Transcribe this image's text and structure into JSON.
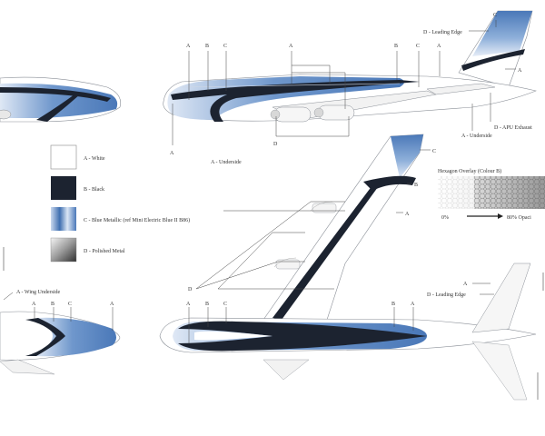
{
  "callouts": {
    "a": "A",
    "b": "B",
    "c": "C",
    "d": "D"
  },
  "annotations": {
    "leading_edge": "D - Leading Edge",
    "leading_edge_lower": "D - Leading Edge",
    "apu_exhaust": "D - APU Exhaust",
    "underside_tail": "A - Underside",
    "underside_fuselage": "A - Underside",
    "wing_underside": "A - Wing Underside"
  },
  "legend": {
    "items": [
      {
        "label": "A - White"
      },
      {
        "label": "B - Black"
      },
      {
        "label": "C - Blue Metallic  (ref Mini Electric Blue II B86)"
      },
      {
        "label": "D - Polished Metal"
      }
    ]
  },
  "hex_overlay": {
    "title": "Hexagon Overlay (Colour B)",
    "start": "0%",
    "end": "80% Opaci"
  },
  "colors": {
    "blue_metallic": "#5b86c0",
    "black": "#1c2330",
    "white": "#ffffff",
    "outline": "#8a8f97"
  }
}
